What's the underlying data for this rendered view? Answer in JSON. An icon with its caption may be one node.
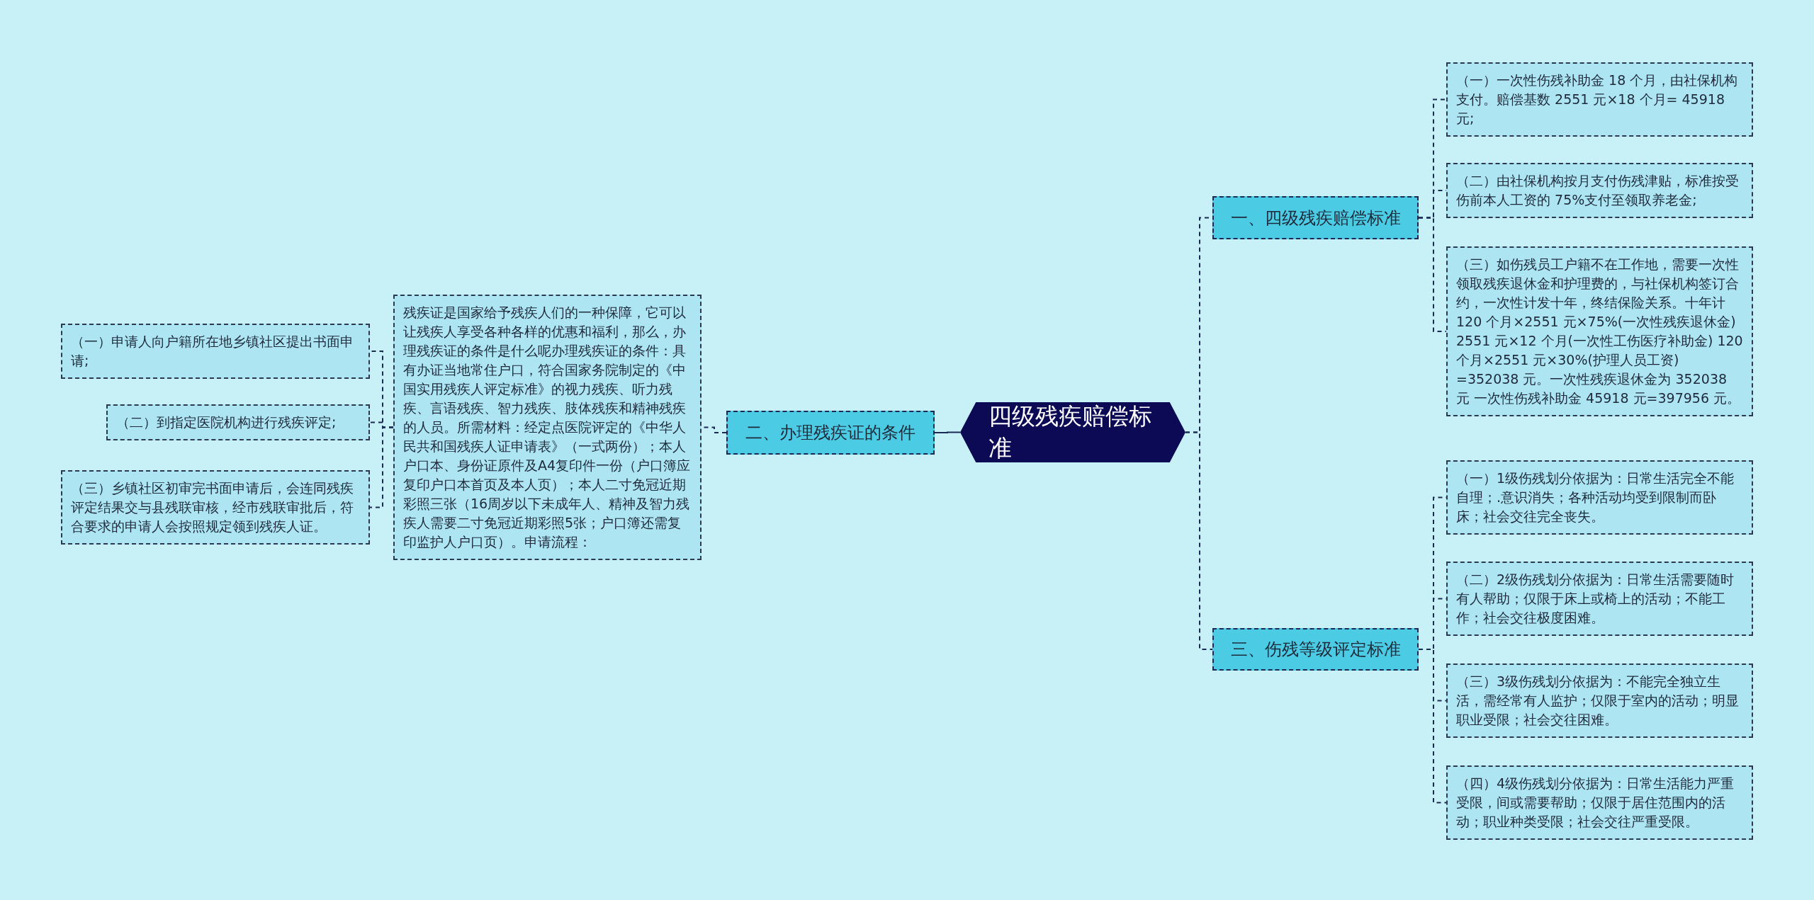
{
  "diagram": {
    "nodes": [
      {
        "text": [
          "四级残疾赔偿标准"
        ]
      },
      {
        "text": [
          "一、四级残疾赔偿标准"
        ]
      },
      {
        "text": [
          "（一）一次性伤残补助金 18 个月，由社保机构支付。赔偿基数 2551 元×18 个月= 45918 元;"
        ]
      },
      {
        "text": [
          "（二）由社保机构按月支付伤残津贴，标准按受伤前本人工资的 75%支付至领取养老金;"
        ]
      },
      {
        "text": [
          "（三）如伤残员工户籍不在工作地，需要一次性领取残疾退休金和护理费的，与社保机构签订合约，一次性计发十年，终结保险关系。十年计 120 个月×2551 元×75%(一次性残疾退休金) 2551 元×12 个月(一次性工伤医疗补助金) 120 个月×2551 元×30%(护理人员工资) =352038 元。一次性残疾退休金为 352038 元 一次性伤残补助金 45918 元=397956 元。"
        ]
      },
      {
        "text": [
          "二、办理残疾证的条件"
        ]
      },
      {
        "text": [
          "残疾证是国家给予残疾人们的一种保障，它可以让残疾人享受各种各样的优惠和福利，那么，办理残疾证的条件是什么呢办理残疾证的条件：具有办证当地常住户口，符合国家务院制定的《中国实用残疾人评定标准》的视力残疾、听力残疾、言语残疾、智力残疾、肢体残疾和精神残疾的人员。所需材料：经定点医院评定的《中华人民共和国残疾人证申请表》（一式两份）；本人户口本、身份证原件及A4复印件一份（户口簿应复印户口本首页及本人页）；本人二寸免冠近期彩照三张（16周岁以下未成年人、精神及智力残疾人需要二寸免冠近期彩照5张；户口簿还需复印监护人户口页）。申请流程："
        ]
      },
      {
        "text": [
          "（一）申请人向户籍所在地乡镇社区提出书面申请;"
        ]
      },
      {
        "text": [
          "（二）到指定医院机构进行残疾评定;"
        ]
      },
      {
        "text": [
          "（三）乡镇社区初审完书面申请后，会连同残疾评定结果交与县残联审核，经市残联审批后，符合要求的申请人会按照规定领到残疾人证。"
        ]
      },
      {
        "text": [
          "三、伤残等级评定标准"
        ]
      },
      {
        "text": [
          "（一）1级伤残划分依据为：日常生活完全不能自理；.意识消失；各种活动均受到限制而卧床；社会交往完全丧失。"
        ]
      },
      {
        "text": [
          "（二）2级伤残划分依据为：日常生活需要随时有人帮助；仅限于床上或椅上的活动；不能工作；社会交往极度困难。"
        ]
      },
      {
        "text": [
          "（三）3级伤残划分依据为：不能完全独立生活，需经常有人监护；仅限于室内的活动；明显职业受限；社会交往困难。"
        ]
      },
      {
        "text": [
          "（四）4级伤残划分依据为：日常生活能力严重受限，间或需要帮助；仅限于居住范围内的活动；职业种类受限；社会交往严重受限。"
        ]
      }
    ],
    "edges": [
      {
        "from": 0,
        "to": 1,
        "arrow": "none",
        "style": "dashed"
      },
      {
        "from": 1,
        "to": 2,
        "arrow": "none",
        "style": "dashed"
      },
      {
        "from": 1,
        "to": 3,
        "arrow": "none",
        "style": "dashed"
      },
      {
        "from": 1,
        "to": 4,
        "arrow": "none",
        "style": "dashed"
      },
      {
        "from": 0,
        "to": 5,
        "arrow": "none"
      },
      {
        "from": 5,
        "to": 6,
        "arrow": "none",
        "style": "dashed"
      },
      {
        "from": 6,
        "to": 7,
        "arrow": "none",
        "style": "dashed"
      },
      {
        "from": 6,
        "to": 8,
        "arrow": "none",
        "style": "dashed"
      },
      {
        "from": 6,
        "to": 9,
        "arrow": "none",
        "style": "dashed"
      },
      {
        "from": 0,
        "to": 10,
        "arrow": "none",
        "style": "dashed"
      },
      {
        "from": 10,
        "to": 11,
        "arrow": "none",
        "style": "dashed"
      },
      {
        "from": 10,
        "to": 12,
        "arrow": "none",
        "style": "dashed"
      },
      {
        "from": 10,
        "to": 13,
        "arrow": "none",
        "style": "dashed"
      },
      {
        "from": 10,
        "to": 14,
        "arrow": "none",
        "style": "dashed"
      }
    ]
  }
}
